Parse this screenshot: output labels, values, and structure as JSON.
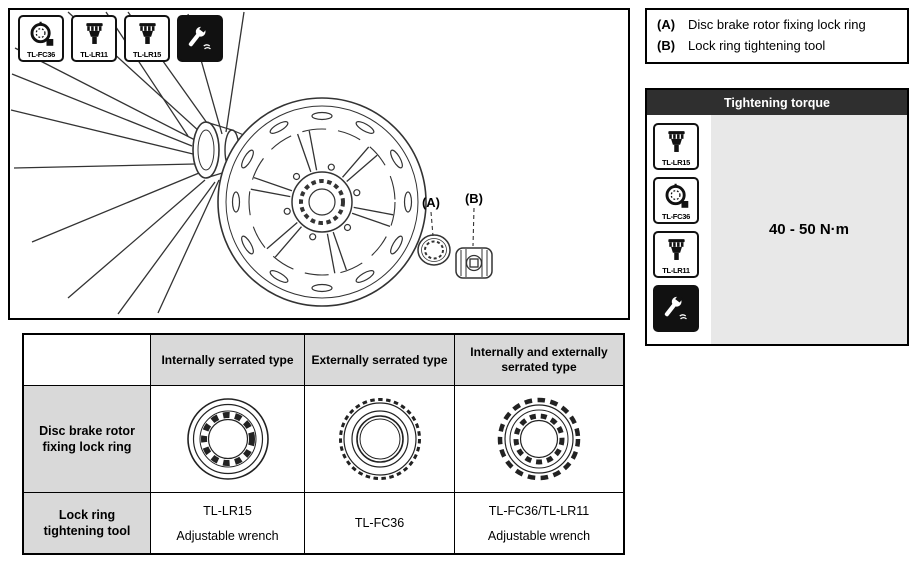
{
  "legend": {
    "a_key": "(A)",
    "a_text": "Disc brake rotor fixing lock ring",
    "b_key": "(B)",
    "b_text": "Lock ring tightening tool"
  },
  "diagram": {
    "label_a": "(A)",
    "label_b": "(B)"
  },
  "tools": {
    "fc36": "TL-FC36",
    "lr11": "TL-LR11",
    "lr15": "TL-LR15",
    "wrench_icon": "adjustable-wrench-icon"
  },
  "torque": {
    "title": "Tightening torque",
    "value": "40 - 50 N·m"
  },
  "table": {
    "col_headers": [
      "Internally serrated type",
      "Externally serrated type",
      "Internally and externally serrated type"
    ],
    "row1_label": "Disc brake rotor fixing lock ring",
    "row2_label": "Lock ring tightening tool",
    "row2_cells": [
      {
        "line1": "TL-LR15",
        "line2": "Adjustable wrench"
      },
      {
        "line1": "TL-FC36",
        "line2": ""
      },
      {
        "line1": "TL-FC36/TL-LR11",
        "line2": "Adjustable wrench"
      }
    ],
    "ring_images": [
      "internally-serrated-lock-ring",
      "externally-serrated-lock-ring",
      "internally-and-externally-serrated-lock-ring"
    ]
  },
  "colors": {
    "torque_header_bg": "#2f2f2f",
    "table_header_bg": "#d9d9d9",
    "torque_value_bg": "#e8e8e8"
  }
}
